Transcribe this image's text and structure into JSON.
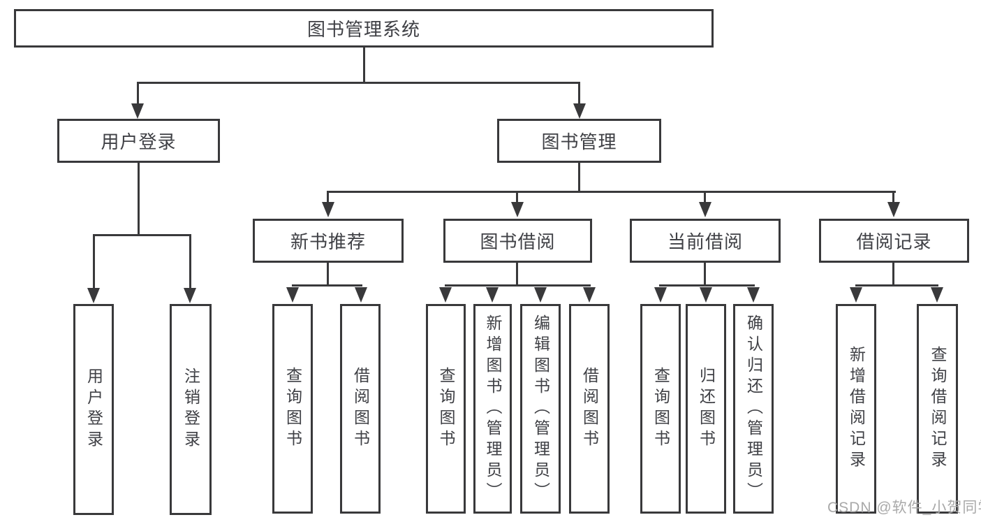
{
  "diagram": {
    "type": "hierarchy-tree",
    "root": {
      "label": "图书管理系统"
    },
    "level2": {
      "user_login": {
        "label": "用户登录"
      },
      "book_mgmt": {
        "label": "图书管理"
      }
    },
    "level3": {
      "new_book_rec": {
        "label": "新书推荐",
        "parent": "图书管理"
      },
      "book_borrow": {
        "label": "图书借阅",
        "parent": "图书管理"
      },
      "current_borrow": {
        "label": "当前借阅",
        "parent": "图书管理"
      },
      "borrow_records": {
        "label": "借阅记录",
        "parent": "图书管理"
      }
    },
    "leaves": {
      "login_user_login": {
        "label": "用户登录",
        "parent": "用户登录"
      },
      "login_logout": {
        "label": "注销登录",
        "parent": "用户登录"
      },
      "rec_query_books": {
        "label": "查询图书",
        "parent": "新书推荐"
      },
      "rec_borrow_books": {
        "label": "借阅图书",
        "parent": "新书推荐"
      },
      "bb_query_books": {
        "label": "查询图书",
        "parent": "图书借阅"
      },
      "bb_add_books": {
        "label": "新增图书（管理员）",
        "parent": "图书借阅"
      },
      "bb_edit_books": {
        "label": "编辑图书（管理员）",
        "parent": "图书借阅"
      },
      "bb_borrow_books": {
        "label": "借阅图书",
        "parent": "图书借阅"
      },
      "cb_query_books": {
        "label": "查询图书",
        "parent": "当前借阅"
      },
      "cb_return_books": {
        "label": "归还图书",
        "parent": "当前借阅"
      },
      "cb_confirm_return": {
        "label": "确认归还（管理员）",
        "parent": "当前借阅"
      },
      "br_add_record": {
        "label": "新增借阅记录",
        "parent": "借阅记录"
      },
      "br_query_record": {
        "label": "查询借阅记录",
        "parent": "借阅记录"
      }
    },
    "colors": {
      "line": "#39393b",
      "text": "#3f4045",
      "background": "#ffffff",
      "watermark": "#a9a9a9"
    }
  },
  "watermark": {
    "text": "CSDN @软件_小贺同学"
  }
}
